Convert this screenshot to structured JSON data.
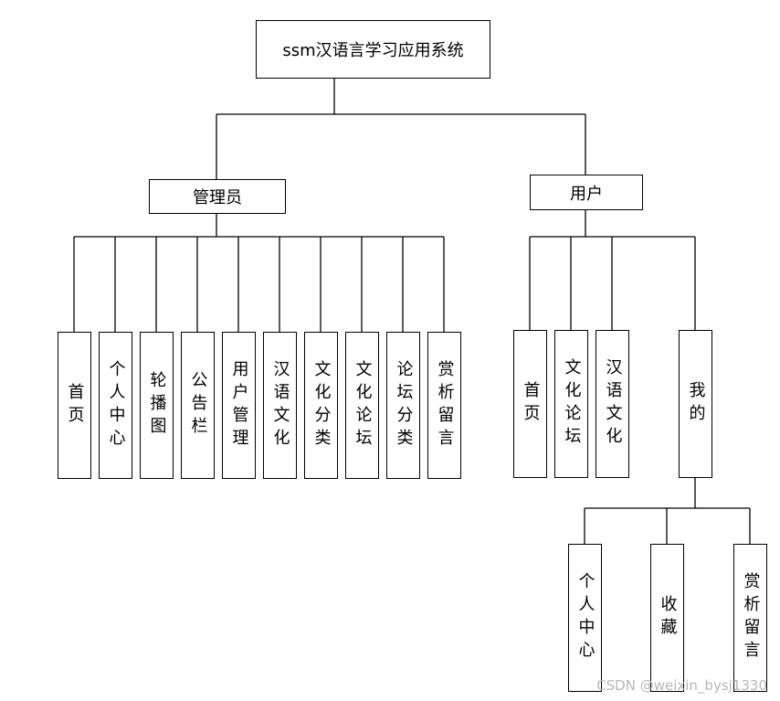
{
  "diagram": {
    "root": {
      "label": "ssm汉语言学习应用系统"
    },
    "branches": [
      {
        "label": "管理员",
        "children": [
          "首页",
          "个人中心",
          "轮播图",
          "公告栏",
          "用户管理",
          "汉语文化",
          "文化分类",
          "文化论坛",
          "论坛分类",
          "赏析留言"
        ]
      },
      {
        "label": "用户",
        "children": [
          "首页",
          "文化论坛",
          "汉语文化",
          "我的"
        ]
      }
    ],
    "sub_branch": {
      "parent": "我的",
      "children": [
        "个人中心",
        "收藏",
        "赏析留言"
      ]
    }
  },
  "watermark": "CSDN @weixin_bysj1330"
}
